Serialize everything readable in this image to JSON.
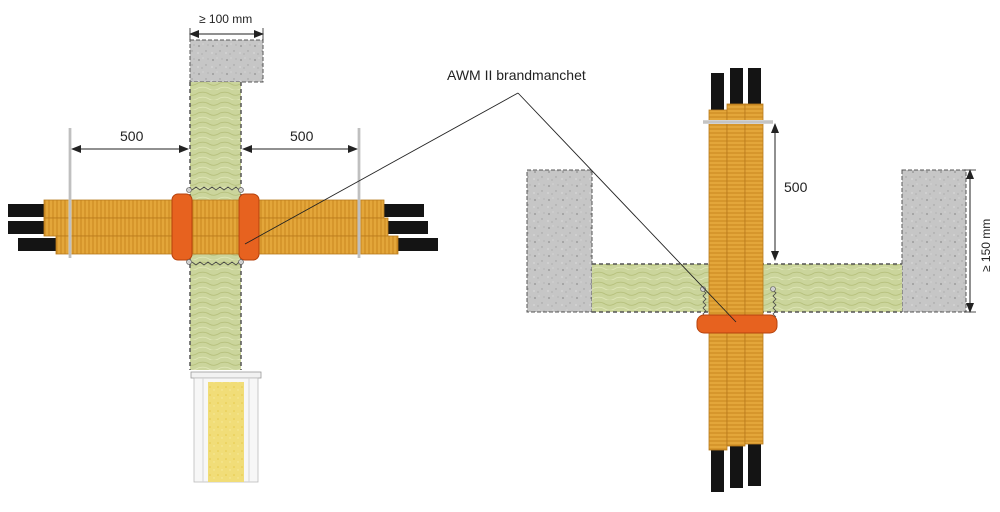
{
  "labels": {
    "callout": "AWM II brandmanchet",
    "wall_thickness": "≥ 100 mm",
    "left_distance": "500",
    "right_distance": "500",
    "vertical_distance": "500",
    "floor_thickness": "≥ 150 mm"
  },
  "colors": {
    "mineral_wool": "#c9d39a",
    "concrete": "#c4c4c4",
    "pipe_insulation": "#e3a63a",
    "pipe_core": "#141414",
    "fire_collar": "#e7621f",
    "rod": "#d9d9d9"
  }
}
